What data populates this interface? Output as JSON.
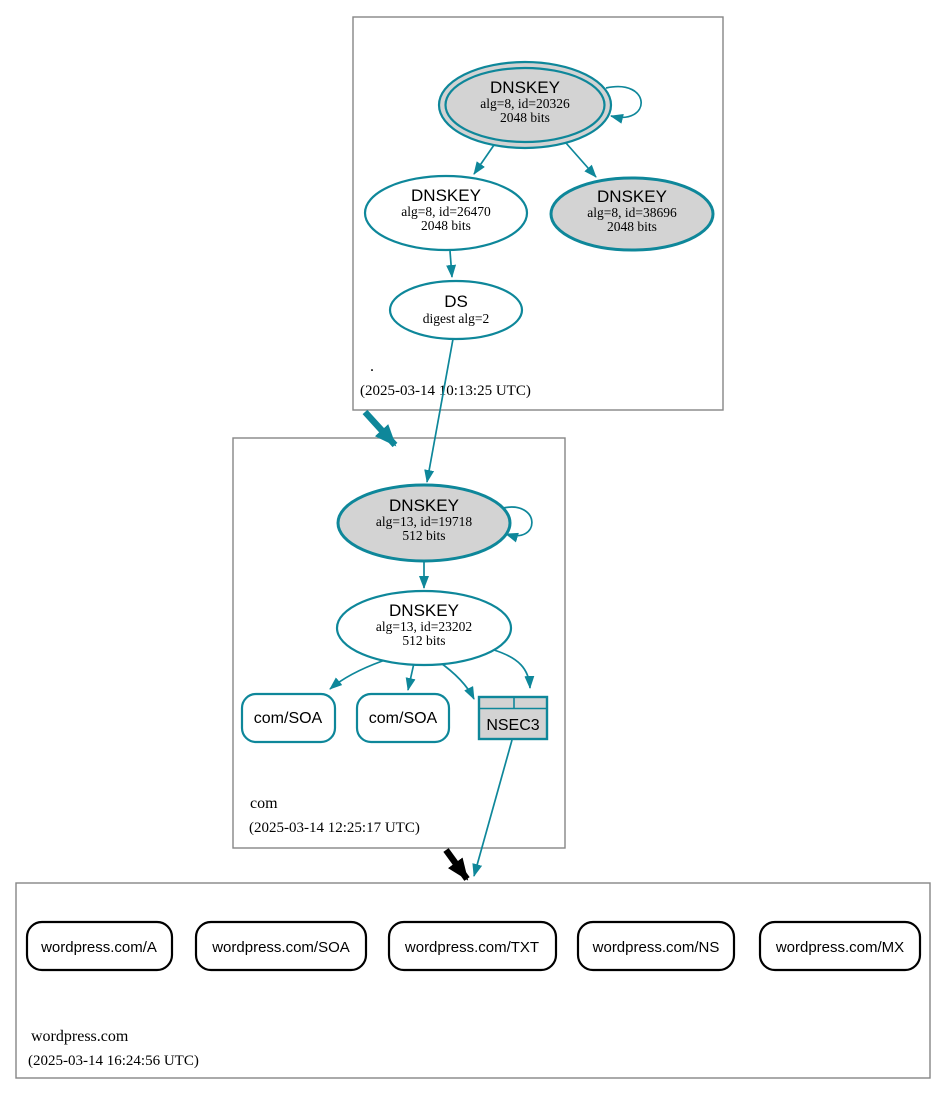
{
  "colors": {
    "secure_teal": "#0e879a",
    "insecure_black": "#000000",
    "node_gray_fill": "#d3d3d3",
    "node_white_fill": "#ffffff",
    "zone_box_border": "#868686"
  },
  "zones": {
    "root": {
      "name": ".",
      "timestamp": "(2025-03-14 10:13:25 UTC)",
      "ksk": {
        "title": "DNSKEY",
        "detail1": "alg=8, id=20326",
        "detail2": "2048 bits"
      },
      "zsk": {
        "title": "DNSKEY",
        "detail1": "alg=8, id=26470",
        "detail2": "2048 bits"
      },
      "key2": {
        "title": "DNSKEY",
        "detail1": "alg=8, id=38696",
        "detail2": "2048 bits"
      },
      "ds": {
        "title": "DS",
        "detail1": "digest alg=2"
      }
    },
    "com": {
      "name": "com",
      "timestamp": "(2025-03-14 12:25:17 UTC)",
      "ksk": {
        "title": "DNSKEY",
        "detail1": "alg=13, id=19718",
        "detail2": "512 bits"
      },
      "zsk": {
        "title": "DNSKEY",
        "detail1": "alg=13, id=23202",
        "detail2": "512 bits"
      },
      "soa1": {
        "label": "com/SOA"
      },
      "soa2": {
        "label": "com/SOA"
      },
      "nsec3": {
        "label": "NSEC3"
      }
    },
    "wordpress": {
      "name": "wordpress.com",
      "timestamp": "(2025-03-14 16:24:56 UTC)",
      "rrsets": [
        {
          "label": "wordpress.com/A"
        },
        {
          "label": "wordpress.com/SOA"
        },
        {
          "label": "wordpress.com/TXT"
        },
        {
          "label": "wordpress.com/NS"
        },
        {
          "label": "wordpress.com/MX"
        }
      ]
    }
  }
}
